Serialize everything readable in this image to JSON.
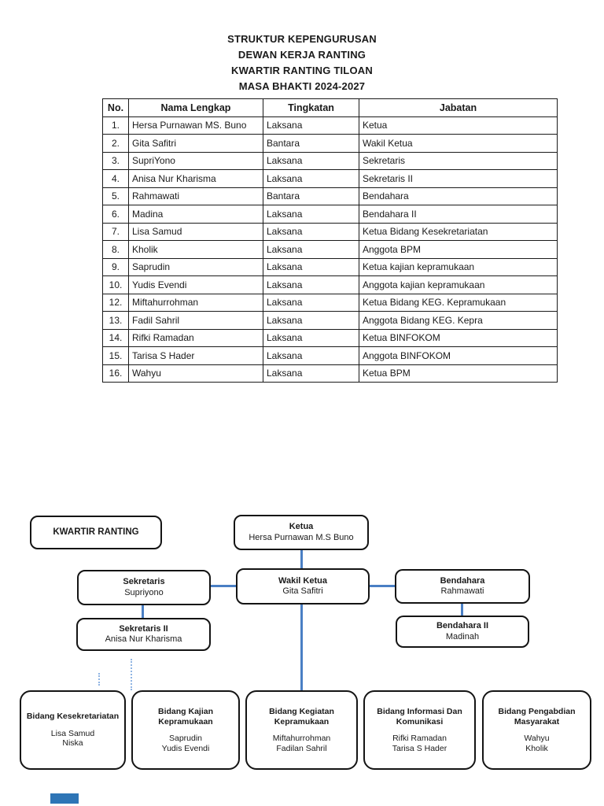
{
  "title": {
    "lines": [
      "STRUKTUR KEPENGURUSAN",
      "DEWAN KERJA RANTING",
      "KWARTIR RANTING TILOAN",
      "MASA BHAKTI 2024-2027"
    ]
  },
  "table": {
    "headers": [
      "No.",
      "Nama Lengkap",
      "Tingkatan",
      "Jabatan"
    ],
    "rows": [
      [
        "1.",
        "Hersa Purnawan MS. Buno",
        "Laksana",
        "Ketua"
      ],
      [
        "2.",
        "Gita Safitri",
        "Bantara",
        "Wakil Ketua"
      ],
      [
        "3.",
        "SupriYono",
        "Laksana",
        "Sekretaris"
      ],
      [
        "4.",
        "Anisa Nur Kharisma",
        "Laksana",
        "Sekretaris II"
      ],
      [
        "5.",
        "Rahmawati",
        "Bantara",
        "Bendahara"
      ],
      [
        "6.",
        "Madina",
        "Laksana",
        "Bendahara II"
      ],
      [
        "7.",
        "Lisa Samud",
        "Laksana",
        "Ketua Bidang Kesekretariatan"
      ],
      [
        "8.",
        "Kholik",
        "Laksana",
        "Anggota BPM"
      ],
      [
        "9.",
        "Saprudin",
        "Laksana",
        "Ketua kajian kepramukaan"
      ],
      [
        "10.",
        "Yudis Evendi",
        "Laksana",
        "Anggota kajian kepramukaan"
      ],
      [
        "12.",
        "Miftahurrohman",
        "Laksana",
        "Ketua Bidang KEG. Kepramukaan"
      ],
      [
        "13.",
        "Fadil Sahril",
        "Laksana",
        "Anggota Bidang KEG. Kepra"
      ],
      [
        "14.",
        "Rifki Ramadan",
        "Laksana",
        "Ketua BINFOKOM"
      ],
      [
        "15.",
        "Tarisa S Hader",
        "Laksana",
        "Anggota BINFOKOM"
      ],
      [
        "16.",
        "Wahyu",
        "Laksana",
        "Ketua BPM"
      ]
    ]
  },
  "org_chart": {
    "line_color": "#4a7fc4",
    "dotted_line_color": "#8fb4e3",
    "kwartir": {
      "title": "KWARTIR RANTING"
    },
    "ketua": {
      "title": "Ketua",
      "name": "Hersa Purnawan M.S Buno"
    },
    "sekretaris": {
      "title": "Sekretaris",
      "name": "Supriyono"
    },
    "wakil_ketua": {
      "title": "Wakil Ketua",
      "name": "Gita Safitri"
    },
    "bendahara": {
      "title": "Bendahara",
      "name": "Rahmawati"
    },
    "sekretaris2": {
      "title": "Sekretaris II",
      "name": "Anisa Nur Kharisma"
    },
    "bendahara2": {
      "title": "Bendahara II",
      "name": "Madinah"
    },
    "bidang": [
      {
        "title": "Bidang Kesekretariatan",
        "members": [
          "Lisa Samud",
          "Niska"
        ]
      },
      {
        "title": "Bidang Kajian Kepramukaan",
        "members": [
          "Saprudin",
          "Yudis Evendi"
        ]
      },
      {
        "title": "Bidang Kegiatan Kepramukaan",
        "members": [
          "Miftahurrohman",
          "Fadilan Sahril"
        ]
      },
      {
        "title": "Bidang Informasi Dan Komunikasi",
        "members": [
          "Rifki Ramadan",
          "Tarisa S Hader"
        ]
      },
      {
        "title": "Bidang Pengabdian Masyarakat",
        "members": [
          "Wahyu",
          "Kholik"
        ]
      }
    ]
  },
  "page_artifact": {
    "bottom_bar_color": "#2e75b6"
  }
}
